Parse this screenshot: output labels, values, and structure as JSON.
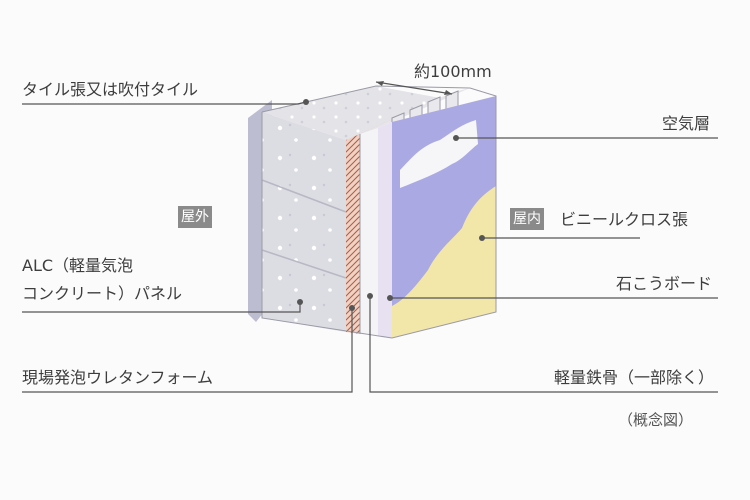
{
  "labels": {
    "tile": "タイル張又は吹付タイル",
    "thickness": "約100mm",
    "air_layer": "空気層",
    "exterior": "屋外",
    "interior": "屋内",
    "vinyl_cloth": "ビニールクロス張",
    "alc_line1": "ALC（軽量気泡",
    "alc_line2": "コンクリート）パネル",
    "gypsum_board": "石こうボード",
    "urethane_foam": "現場発泡ウレタンフォーム",
    "steel_frame": "軽量鉄骨（一部除く）",
    "concept_note": "（概念図）"
  },
  "colors": {
    "alc_panel": "#d9d9e0",
    "tile_edge": "#bdbdd2",
    "foam": "#ecd3c6",
    "foam_hatch": "#c0553a",
    "steel": "#eeeeee",
    "gypsum_face": "#f2e6a8",
    "vinyl_cloth": "#aaa9e4",
    "leader": "#555555",
    "tag_bg": "#8a8a8a"
  }
}
